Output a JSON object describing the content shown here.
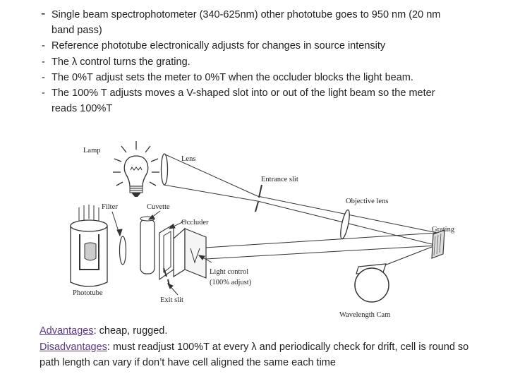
{
  "bullets": [
    {
      "dash": "-",
      "text": "Single beam spectrophotometer (340-625nm) other phototube goes to 950 nm (20 nm band pass)"
    },
    {
      "dash": "-",
      "text": " Reference phototube electronically adjusts for changes in source intensity"
    },
    {
      "dash": "-",
      "text": "The λ control turns the grating."
    },
    {
      "dash": "-",
      "text": "The 0%T adjust sets the meter to 0%T when the occluder blocks the light beam."
    },
    {
      "dash": "-",
      "text": "The 100% T adjusts moves a V-shaped slot into or out of the light beam so the meter reads 100%T"
    }
  ],
  "diagram": {
    "labels": {
      "lamp": "Lamp",
      "lens": "Lens",
      "entrance_slit": "Entrance slit",
      "objective_lens": "Objective lens",
      "grating": "Grating",
      "filter": "Filter",
      "cuvette": "Cuvette",
      "occluder": "Occluder",
      "light_control": "Light control",
      "light_control_sub": "(100% adjust)",
      "phototube": "Phototube",
      "exit_slit": "Exit slit",
      "wavelength_cam": "Wavelength Cam"
    }
  },
  "notes": {
    "advantages_label": "Advantages",
    "advantages_text": ": cheap, rugged.",
    "disadvantages_label": "Disadvantages",
    "disadvantages_text": ": must readjust 100%T at every λ and periodically check for drift, cell is round so path length can vary if don’t have cell aligned the same each time"
  }
}
